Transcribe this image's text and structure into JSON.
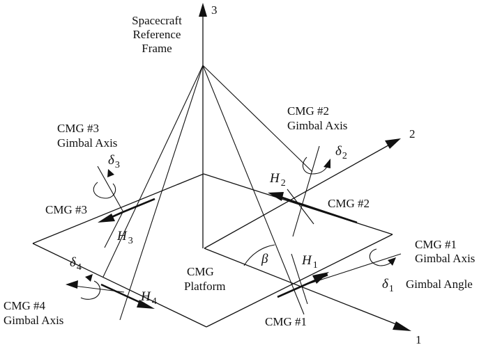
{
  "figure": {
    "title_label": [
      "Spacecraft",
      "Reference",
      "Frame"
    ],
    "axes": {
      "axis_1": "1",
      "axis_2": "2",
      "axis_3": "3"
    },
    "platform_label": [
      "CMG",
      "Platform"
    ],
    "skew_angle_symbol": "β",
    "cmgs": [
      {
        "id": "1",
        "label": "CMG #1",
        "axis_label": [
          "CMG #1",
          "Gimbal Axis"
        ],
        "momentum_symbol": "H",
        "momentum_sub": "1",
        "gimbal_symbol": "δ",
        "gimbal_sub": "1",
        "gimbal_note": "Gimbal Angle"
      },
      {
        "id": "2",
        "label": "CMG #2",
        "axis_label": [
          "CMG #2",
          "Gimbal Axis"
        ],
        "momentum_symbol": "H",
        "momentum_sub": "2",
        "gimbal_symbol": "δ",
        "gimbal_sub": "2"
      },
      {
        "id": "3",
        "label": "CMG #3",
        "axis_label": [
          "CMG #3",
          "Gimbal Axis"
        ],
        "momentum_symbol": "H",
        "momentum_sub": "3",
        "gimbal_symbol": "δ",
        "gimbal_sub": "3"
      },
      {
        "id": "4",
        "axis_label": [
          "CMG #4",
          "Gimbal Axis"
        ],
        "momentum_symbol": "H",
        "momentum_sub": "4",
        "gimbal_symbol": "δ",
        "gimbal_sub": "4"
      }
    ]
  }
}
